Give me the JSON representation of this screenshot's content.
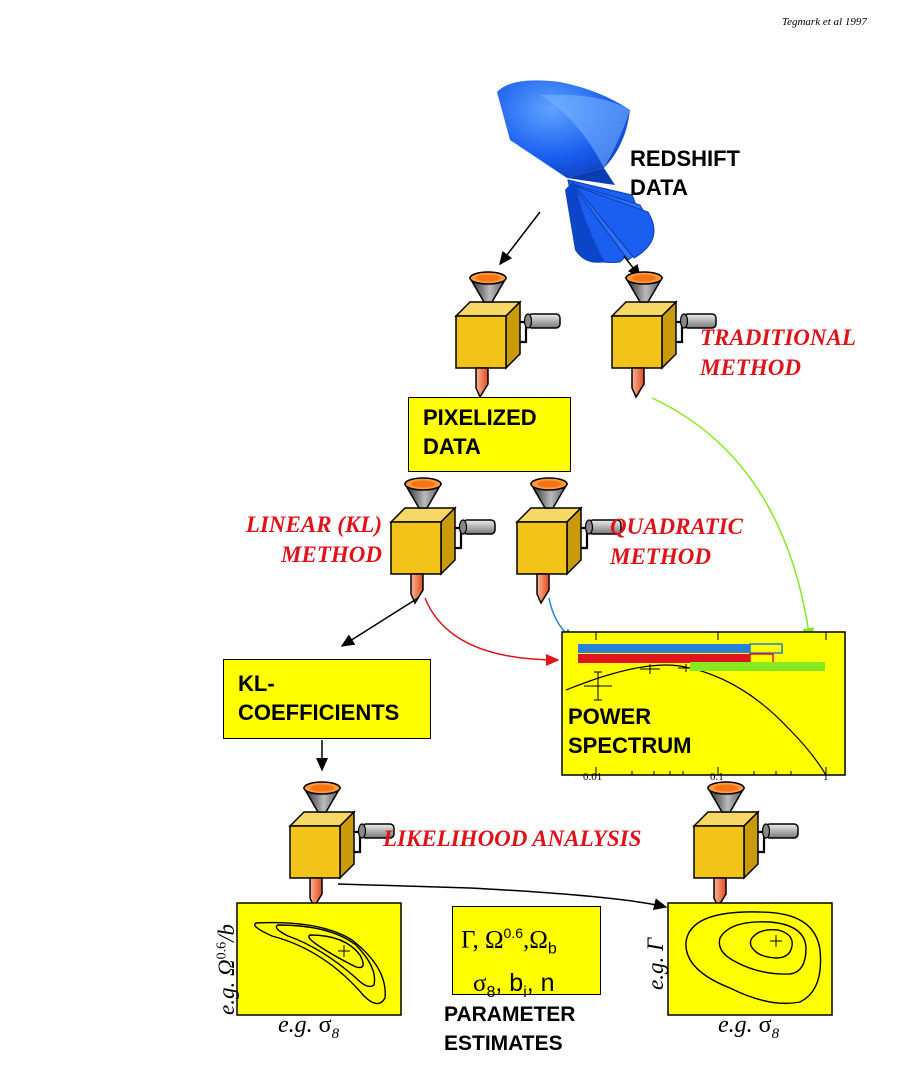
{
  "credit": "Tegmark et al 1997",
  "redshift": {
    "line1": "REDSHIFT",
    "line2": "DATA"
  },
  "traditional": {
    "line1": "TRADITIONAL",
    "line2": "METHOD"
  },
  "pixelized": {
    "line1": "PIXELIZED",
    "line2": "DATA"
  },
  "linear": {
    "line1": "LINEAR (KL)",
    "line2": "METHOD"
  },
  "quadratic": {
    "line1": "QUADRATIC",
    "line2": "METHOD"
  },
  "kl": {
    "line1": "KL-",
    "line2": "COEFFICIENTS"
  },
  "power_spectrum": {
    "line1": "POWER",
    "line2": "SPECTRUM",
    "tick_labels": [
      "0.01",
      "0.1",
      "1"
    ]
  },
  "likelihood": "LIKELIHOOD ANALYSIS",
  "parameters": {
    "line1": "Γ, Ω",
    "line1_sup": "0.6",
    "line1_end": ",Ω",
    "line1_sub": "b",
    "line2": "σ",
    "line2_sub": "8",
    "line2_end": ", b",
    "line2_sub2": "i",
    "line2_tail": ", n",
    "caption1": "PARAMETER",
    "caption2": "ESTIMATES"
  },
  "left_contour": {
    "ylabel_prefix": "e.g. Ω",
    "ylabel_sup": "0.6",
    "ylabel_suffix": "/b",
    "xlabel_prefix": "e.g. ",
    "xlabel_symbol": "σ",
    "xlabel_sub": "8"
  },
  "right_contour": {
    "ylabel": "e.g. Γ",
    "xlabel_prefix": "e.g. ",
    "xlabel_symbol": "σ",
    "xlabel_sub": "8"
  },
  "colors": {
    "yellow": "#ffff00",
    "machine": "#f2c318",
    "red_text": "#e0121a",
    "blue": "#2a7fd6",
    "green": "#86ea1e",
    "survey_blue": "#1f5ff0"
  }
}
